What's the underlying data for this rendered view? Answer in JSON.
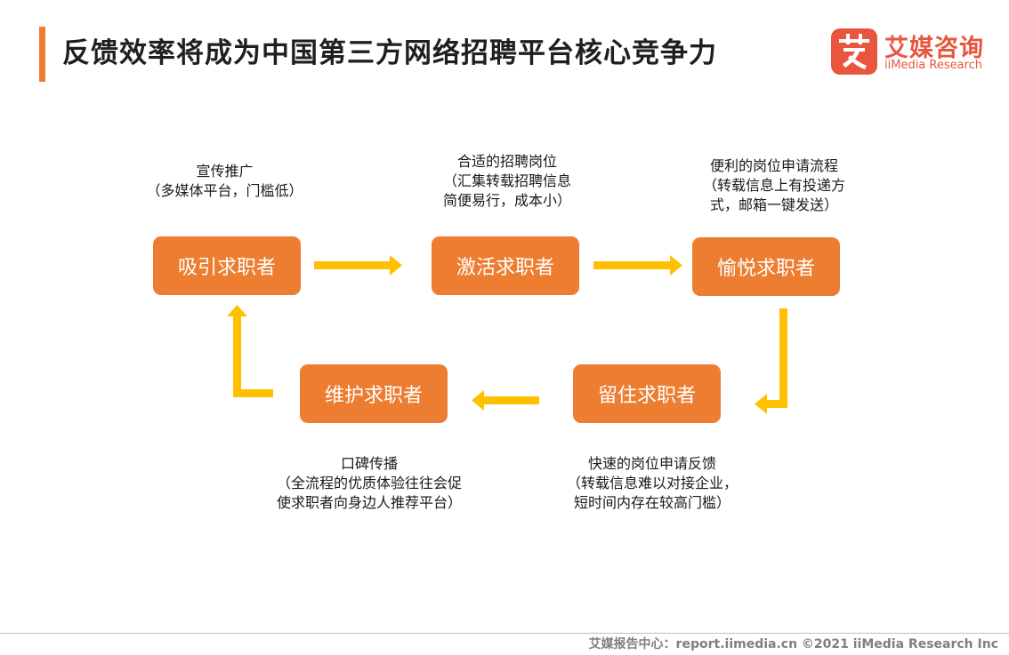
{
  "header": {
    "title": "反馈效率将成为中国第三方网络招聘平台核心竞争力"
  },
  "logo": {
    "cn": "艾媒咨询",
    "en": "iiMedia Research",
    "mark_char": "艾"
  },
  "steps": [
    {
      "label": "吸引求职者",
      "note": [
        "宣传推广",
        "（多媒体平台，门槛低）"
      ]
    },
    {
      "label": "激活求职者",
      "note": [
        "合适的招聘岗位",
        "（汇集转载招聘信息",
        "简便易行，成本小）"
      ]
    },
    {
      "label": "愉悦求职者",
      "note": [
        "便利的岗位申请流程",
        "（转载信息上有投递方",
        "式，邮箱一键发送）"
      ]
    },
    {
      "label": "留住求职者",
      "note": [
        "快速的岗位申请反馈",
        "（转载信息难以对接企业，",
        "短时间内存在较高门槛）"
      ]
    },
    {
      "label": "维护求职者",
      "note": [
        "口碑传播",
        "（全流程的优质体验往往会促",
        "使求职者向身边人推荐平台）"
      ]
    }
  ],
  "footer": {
    "text": "艾媒报告中心：report.iimedia.cn   ©2021  iiMedia Research  Inc"
  },
  "colors": {
    "box": "#ED7D31",
    "arrow": "#FFC000",
    "accent": "#E8563E"
  }
}
